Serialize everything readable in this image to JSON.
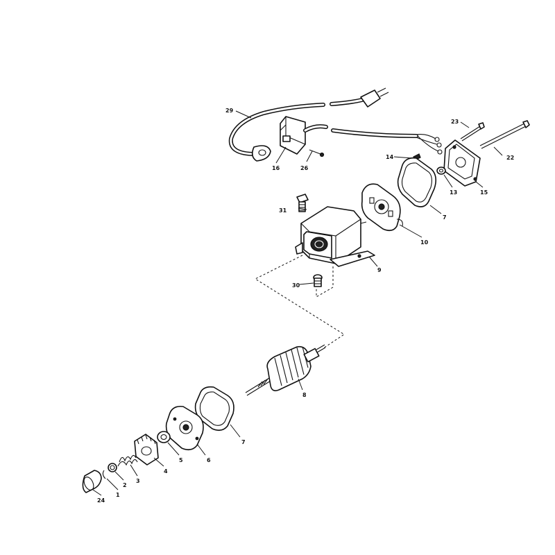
{
  "callouts": [
    {
      "id": "p1",
      "label": "1"
    },
    {
      "id": "p2",
      "label": "2"
    },
    {
      "id": "p3",
      "label": "3"
    },
    {
      "id": "p4",
      "label": "4"
    },
    {
      "id": "p5",
      "label": "5"
    },
    {
      "id": "p6",
      "label": "6"
    },
    {
      "id": "p7a",
      "label": "7"
    },
    {
      "id": "p7b",
      "label": "7"
    },
    {
      "id": "p8",
      "label": "8"
    },
    {
      "id": "p9",
      "label": "9"
    },
    {
      "id": "p10",
      "label": "10"
    },
    {
      "id": "p13",
      "label": "13"
    },
    {
      "id": "p14",
      "label": "14"
    },
    {
      "id": "p15",
      "label": "15"
    },
    {
      "id": "p16",
      "label": "16"
    },
    {
      "id": "p22",
      "label": "22"
    },
    {
      "id": "p23",
      "label": "23"
    },
    {
      "id": "p24",
      "label": "24"
    },
    {
      "id": "p26",
      "label": "26"
    },
    {
      "id": "p29",
      "label": "29"
    },
    {
      "id": "p30",
      "label": "30"
    },
    {
      "id": "p31",
      "label": "31"
    }
  ]
}
